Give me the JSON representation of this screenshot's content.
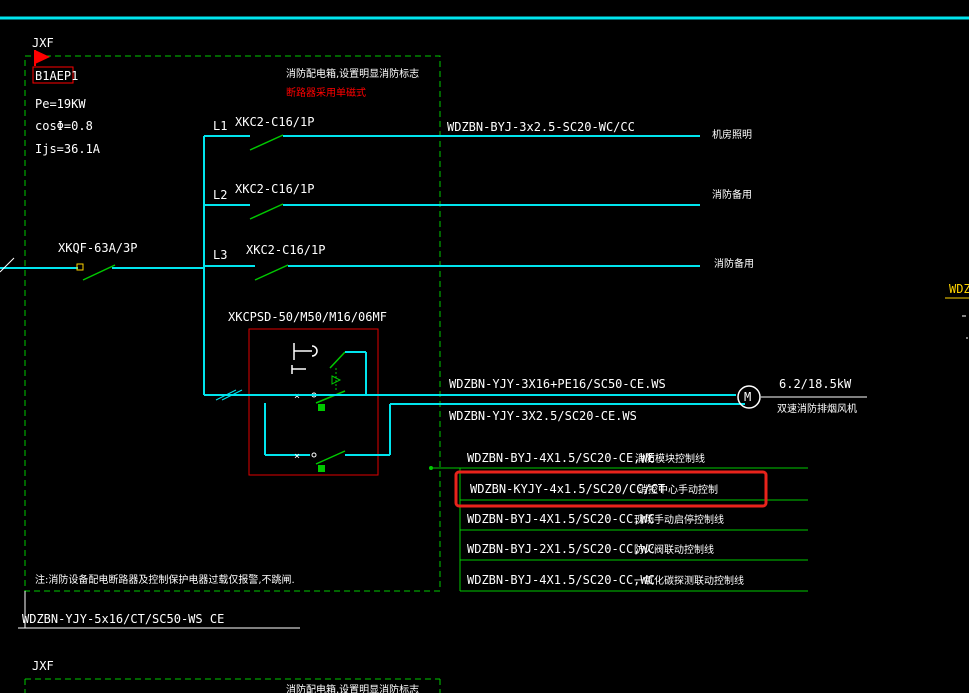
{
  "panel": {
    "tag": "JXF",
    "id": "B1AEP1",
    "pe": "Pe=19KW",
    "cos": "cosΦ=0.8",
    "ijs": "Ijs=36.1A",
    "note_fire_box": "消防配电箱,设置明显消防标志",
    "note_breaker": "断路器采用单磁式",
    "footnote": "注:消防设备配电断路器及控制保护电器过载仅报警,不跳闸.",
    "incoming_cable": "WDZBN-YJY-5x16/CT/SC50-WS CE",
    "main_breaker": "XKQF-63A/3P"
  },
  "circuits": [
    {
      "phase": "L1",
      "breaker": "XKC2-C16/1P",
      "cable": "WDZBN-BYJ-3x2.5-SC20-WC/CC",
      "load": "机房照明"
    },
    {
      "phase": "L2",
      "breaker": "XKC2-C16/1P",
      "cable": "",
      "load": "消防备用"
    },
    {
      "phase": "L3",
      "breaker": "XKC2-C16/1P",
      "cable": "",
      "load": "消防备用"
    }
  ],
  "motor_circuit": {
    "device": "XKCPSD-50/M50/M16/06MF",
    "cable_high": "WDZBN-YJY-3X16+PE16/SC50-CE.WS",
    "cable_low": "WDZBN-YJY-3X2.5/SC20-CE.WS",
    "motor_symbol": "M",
    "power": "6.2/18.5kW",
    "load": "双速消防排烟风机"
  },
  "control_lines": [
    {
      "cable": "WDZBN-BYJ-4X1.5/SC20-CE,WE",
      "desc": "消防模块控制线",
      "highlighted": false
    },
    {
      "cable": "WDZBN-KYJY-4x1.5/SC20/CC/CT",
      "desc": "消控中心手动控制",
      "highlighted": true
    },
    {
      "cable": "WDZBN-BYJ-4X1.5/SC20-CC,WC",
      "desc": "现场手动启停控制线",
      "highlighted": false
    },
    {
      "cable": "WDZBN-BYJ-2X1.5/SC20-CC,WC",
      "desc": "防火阀联动控制线",
      "highlighted": false
    },
    {
      "cable": "WDZBN-BYJ-4X1.5/SC20-CC,WC",
      "desc": "一氧化碳探测联动控制线",
      "highlighted": false
    }
  ],
  "next_panel": {
    "tag": "JXF",
    "note_fire_box": "消防配电箱,设置明显消防标志"
  },
  "edge_text": {
    "right_cut": "WDZ"
  },
  "colors": {
    "background": "#000000",
    "cyan": "#00e5ee",
    "green": "#00c800",
    "white": "#ffffff",
    "red": "#ff0000",
    "highlight": "#e8231b",
    "yellow": "#ffd400"
  }
}
